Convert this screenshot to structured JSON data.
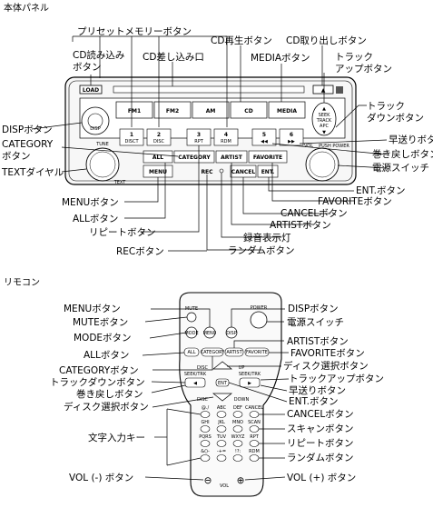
{
  "headings": {
    "main_panel": "本体パネル",
    "remote": "リモコン"
  },
  "panel_buttons": {
    "load": "LOAD",
    "eject": "▲",
    "fm1": "FM1",
    "fm2": "FM2",
    "am": "AM",
    "cd": "CD",
    "media": "MEDIA",
    "p1": "1",
    "p1s": "DISCT",
    "p2": "2",
    "p2s": "DISC",
    "p3": "3",
    "p3s": "RPT",
    "p4": "4",
    "p4s": "RDM",
    "p5": "5",
    "p6": "6",
    "all": "ALL",
    "category": "CATEGORY",
    "artist": "ARTIST",
    "favorite": "FAVORITE",
    "menu": "MENU",
    "rec": "REC",
    "cancel": "CANCEL",
    "ent": "ENT.",
    "disp": "DISP",
    "seek": "SEEK",
    "track": "TRACK",
    "apc": "APC",
    "text": "TEXT",
    "vol": "VOL",
    "knob_left": "TUNE",
    "knob_right": "PUSH POWER"
  },
  "panel_callouts": {
    "preset_memory": "プリセットメモリーボタン",
    "cd_read": "CD読み込み\nボタン",
    "cd_slot": "CD差し込み口",
    "cd_play": "CD再生ボタン",
    "cd_eject": "CD取り出しボタン",
    "media": "MEDIAボタン",
    "track_up": "トラック\nアップボタン",
    "track_down": "トラック\nダウンボタン",
    "disp": "DISPボタン",
    "category": "CATEGORY\nボタン",
    "text_dial": "TEXTダイヤル",
    "fast_forward": "早送りボタン",
    "rewind": "巻き戻しボタン",
    "power": "電源スイッチ",
    "ent": "ENT.ボタン",
    "favorite": "FAVORITEボタン",
    "cancel": "CANCELボタン",
    "artist": "ARTISTボタン",
    "rec_light": "録音表示灯",
    "random": "ランダムボタン",
    "menu": "MENUボタン",
    "all": "ALLボタン",
    "repeat": "リピートボタン",
    "rec": "RECボタン"
  },
  "remote_buttons": {
    "mute": "MUTE",
    "mode": "MODE",
    "menu": "MENU",
    "disp": "DISP",
    "power": "POWER",
    "all": "ALL",
    "category": "CATEGORY",
    "artist": "ARTIST",
    "favorite": "FAVORITE",
    "disc_up": "DISC",
    "up": "UP",
    "seek_left": "SEEK/TRK",
    "seek_right": "SEEK/TRK",
    "ent": "ENT",
    "disc_down": "DISC",
    "down": "DOWN",
    "cancel": "CANCEL",
    "scan": "SCAN",
    "rpt": "RPT",
    "rdm": "RDM",
    "k1": "@./",
    "k2": "ABC",
    "k3": "DEF",
    "k4": "GHI",
    "k5": "JKL",
    "k6": "MNO",
    "k7": "PQRS",
    "k8": "TUV",
    "k9": "WXYZ",
    "k10": "&()-",
    "k11": "-+=",
    "k12": "!?:",
    "vol": "VOL",
    "vol_minus": "⊖",
    "vol_plus": "⊕"
  },
  "remote_callouts": {
    "menu": "MENUボタン",
    "mute": "MUTEボタン",
    "mode": "MODEボタン",
    "all": "ALLボタン",
    "category": "CATEGORYボタン",
    "track_down": "トラックダウンボタン",
    "rewind": "巻き戻しボタン",
    "disc_select_l": "ディスク選択ボタン",
    "text_keys": "文字入力キー",
    "vol_minus": "VOL (-) ボタン",
    "disp": "DISPボタン",
    "power": "電源スイッチ",
    "artist": "ARTISTボタン",
    "favorite": "FAVORITEボタン",
    "disc_select_r": "ディスク選択ボタン",
    "track_up": "トラックアップボタン",
    "fast_forward": "早送りボタン",
    "ent": "ENT.ボタン",
    "cancel": "CANCELボタン",
    "scan": "スキャンボタン",
    "repeat": "リピートボタン",
    "random": "ランダムボタン",
    "vol_plus": "VOL (+) ボタン"
  }
}
